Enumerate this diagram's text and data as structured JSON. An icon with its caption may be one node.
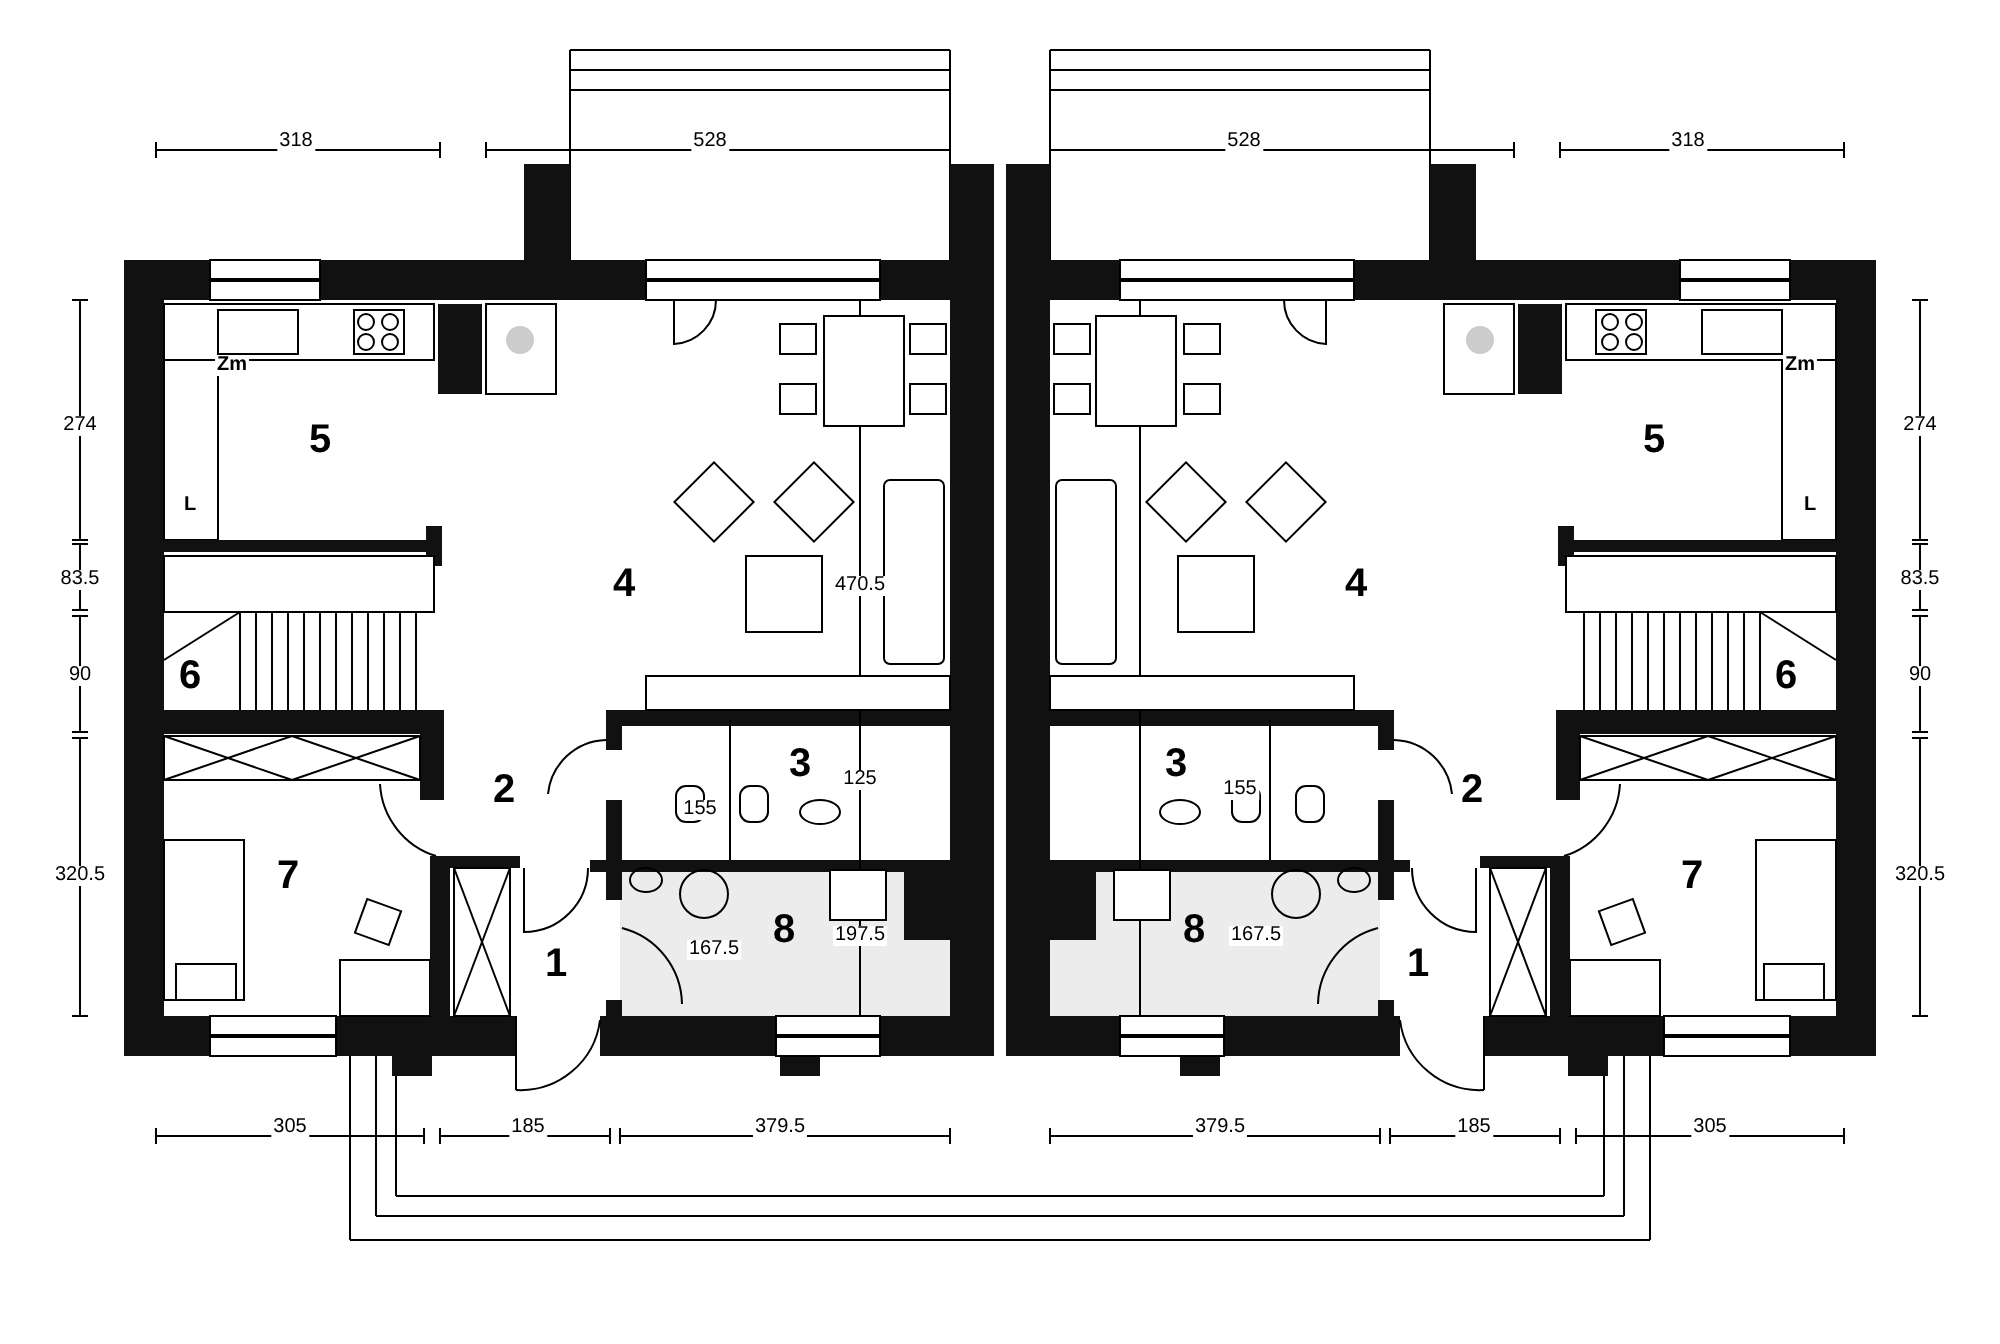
{
  "diagram": {
    "labels": [
      "318",
      "528",
      "528",
      "318",
      "274",
      "Zm",
      "Zm",
      "274",
      "5",
      "5",
      "L",
      "L",
      "470.5",
      "4",
      "4",
      "83.5",
      "83.5",
      "90",
      "6",
      "6",
      "90",
      "3",
      "125",
      "155",
      "155",
      "3",
      "2",
      "2",
      "320.5",
      "7",
      "7",
      "320.5",
      "8",
      "197.5",
      "167.5",
      "167.5",
      "8",
      "1",
      "1",
      "305",
      "185",
      "379.5",
      "379.5",
      "185",
      "305"
    ]
  }
}
